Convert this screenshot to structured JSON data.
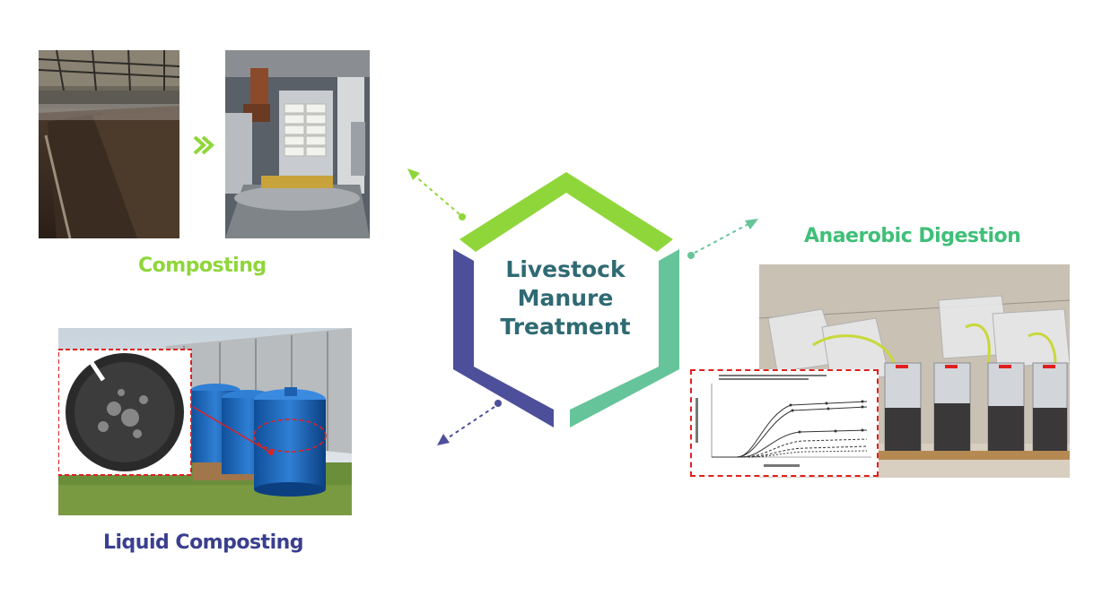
{
  "center": {
    "lines": [
      "Livestock",
      "Manure",
      "Treatment"
    ]
  },
  "methods": {
    "composting": "Composting",
    "anaerobic_digestion": "Anaerobic Digestion",
    "liquid_composting": "Liquid Composting"
  },
  "colors": {
    "green_light": "#8fd63a",
    "green_mid": "#66c49a",
    "purple": "#4e4f9a",
    "teal_text": "#2f6a73",
    "composting_label": "#8fd63a",
    "anaerobic_label": "#3fbf78",
    "liquid_label": "#3a3f8f",
    "highlight_red": "#e02020"
  },
  "icons": {
    "process_arrow": "double-chevron-right-icon"
  }
}
